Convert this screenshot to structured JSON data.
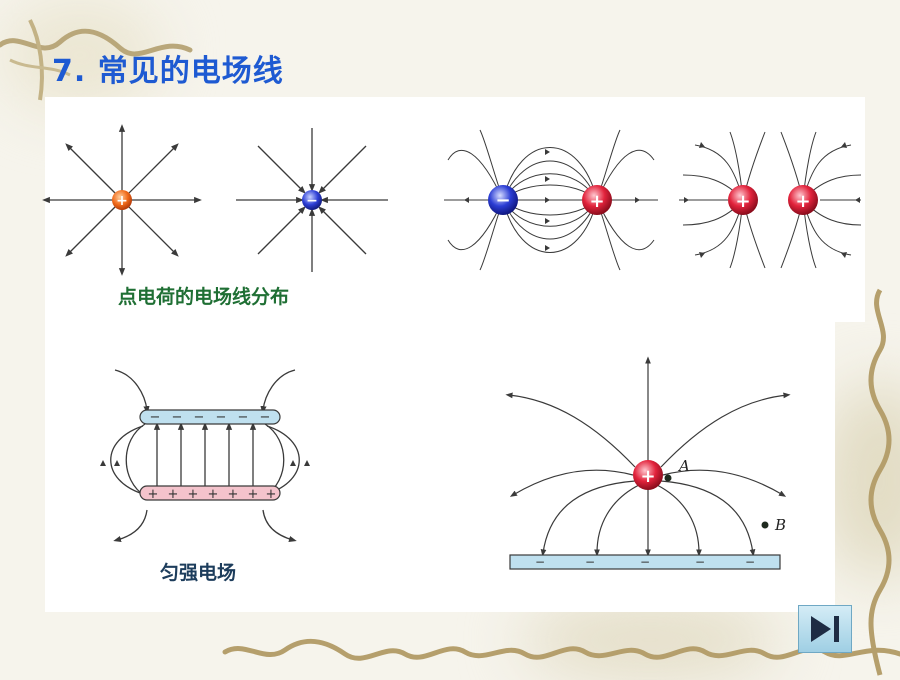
{
  "slide": {
    "title": "7. 常见的电场线",
    "captions": {
      "point_charge": "点电荷的电场线分布",
      "uniform": "匀强电场"
    },
    "labels": {
      "a": "A",
      "b": "B"
    },
    "signs": {
      "plus": "+",
      "minus": "−"
    }
  },
  "colors": {
    "title": "#1e5ad2",
    "line": "#3a3a3a",
    "positive": "#e0243a",
    "negative": "#2a3fd0",
    "plate_neg": "#bfe0ef",
    "plate_pos": "#f4c3cc"
  }
}
